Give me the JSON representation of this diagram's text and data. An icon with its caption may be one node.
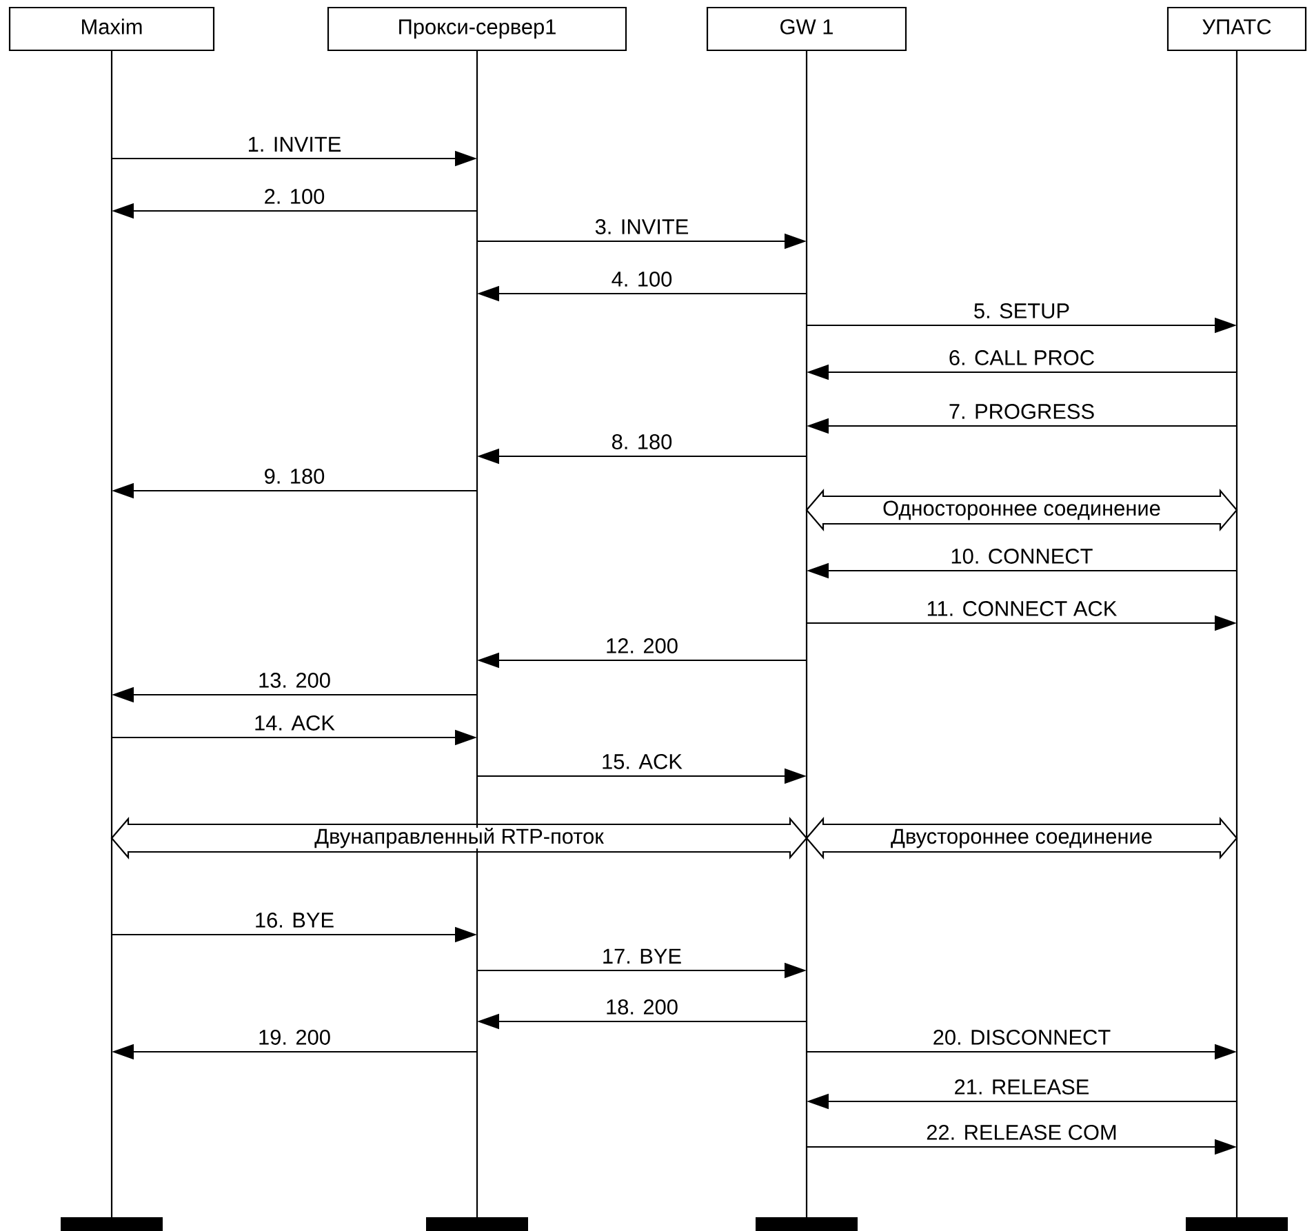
{
  "diagram": {
    "nodes": [
      {
        "text": [
          "Maxim"
        ]
      },
      {
        "text": [
          "Прокси-сервер1"
        ]
      },
      {
        "text": [
          "GW 1"
        ]
      },
      {
        "text": [
          "УПАТС"
        ]
      }
    ],
    "edges": [
      {
        "from": 0,
        "to": 1,
        "arrow": "to",
        "label": "1.  INVITE"
      },
      {
        "from": 1,
        "to": 0,
        "arrow": "to",
        "label": "2. 100"
      },
      {
        "from": 1,
        "to": 2,
        "arrow": "to",
        "label": "3.  INVITE"
      },
      {
        "from": 2,
        "to": 1,
        "arrow": "to",
        "label": "4. 100"
      },
      {
        "from": 2,
        "to": 3,
        "arrow": "to",
        "label": "5. SETUP"
      },
      {
        "from": 3,
        "to": 2,
        "arrow": "to",
        "label": "6. CALL PROC"
      },
      {
        "from": 3,
        "to": 2,
        "arrow": "to",
        "label": "7. PROGRESS"
      },
      {
        "from": 2,
        "to": 1,
        "arrow": "to",
        "label": "8. 180"
      },
      {
        "from": 1,
        "to": 0,
        "arrow": "to",
        "label": "9. 180"
      },
      {
        "from": 2,
        "to": 3,
        "arrow": "both",
        "style": "thick",
        "label": "Одностороннее соединение"
      },
      {
        "from": 3,
        "to": 2,
        "arrow": "to",
        "label": "10. CONNECT"
      },
      {
        "from": 2,
        "to": 3,
        "arrow": "to",
        "label": "11. CONNECT ACK"
      },
      {
        "from": 2,
        "to": 1,
        "arrow": "to",
        "label": "12. 200"
      },
      {
        "from": 1,
        "to": 0,
        "arrow": "to",
        "label": "13. 200"
      },
      {
        "from": 0,
        "to": 1,
        "arrow": "to",
        "label": "14. ACK"
      },
      {
        "from": 1,
        "to": 2,
        "arrow": "to",
        "label": "15. ACK"
      },
      {
        "from": 0,
        "to": 2,
        "arrow": "both",
        "style": "thick",
        "label": "Двунаправленный  RTP-поток"
      },
      {
        "from": 2,
        "to": 3,
        "arrow": "both",
        "style": "thick",
        "label": "Двустороннее соединение"
      },
      {
        "from": 0,
        "to": 1,
        "arrow": "to",
        "label": "16. BYE"
      },
      {
        "from": 1,
        "to": 2,
        "arrow": "to",
        "label": "17. BYE"
      },
      {
        "from": 2,
        "to": 1,
        "arrow": "to",
        "label": "18. 200"
      },
      {
        "from": 1,
        "to": 0,
        "arrow": "to",
        "label": "19. 200"
      },
      {
        "from": 2,
        "to": 3,
        "arrow": "to",
        "label": "20. DISCONNECT"
      },
      {
        "from": 3,
        "to": 2,
        "arrow": "to",
        "label": "21. RELEASE"
      },
      {
        "from": 2,
        "to": 3,
        "arrow": "to",
        "label": "22. RELEASE COM"
      }
    ]
  }
}
